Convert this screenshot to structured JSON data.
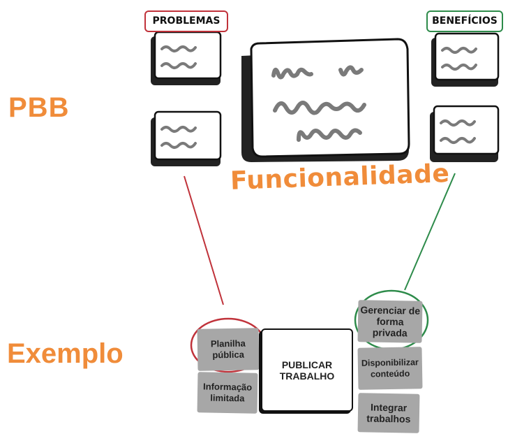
{
  "labels": {
    "pbb": "PBB",
    "exemplo": "Exemplo",
    "problemas": "PROBLEMAS",
    "beneficios": "BENEFÍCIOS",
    "funcionalidade": "Funcionalidade"
  },
  "example_cards": {
    "planilha": "Planilha pública",
    "informacao": "Informação limitada",
    "publicar": "PUBLICAR TRABALHO",
    "gerenciar": "Gerenciar de forma privada",
    "disponibilizar": "Disponibilizar conteúdo",
    "integrar": "Integrar trabalhos"
  },
  "colors": {
    "accent_orange": "#f08c3a",
    "problem_red": "#c0323a",
    "benefit_green": "#2d8b4a",
    "card_gray": "#a7a7a7",
    "sketch_line_gray": "#7a7a7a"
  }
}
